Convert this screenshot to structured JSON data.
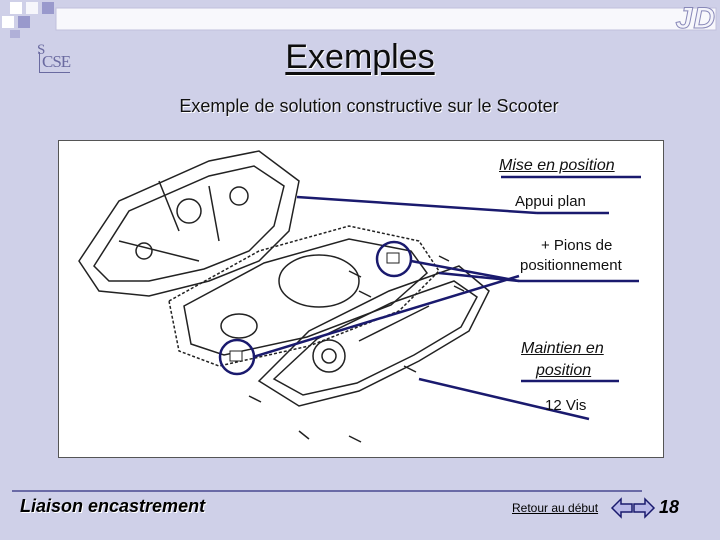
{
  "header": {
    "logo_s": "S",
    "logo_rest": "CSE",
    "jd_mark": "JD",
    "title": "Exemples",
    "subtitle": "Exemple de solution constructive sur le Scooter"
  },
  "figure": {
    "labels": {
      "mise_en_position": "Mise en position",
      "appui_plan": "Appui plan",
      "pions_line1": "+ Pions de",
      "pions_line2": "positionnement",
      "maintien_line1": "Maintien en",
      "maintien_line2": "position",
      "vis": "12 Vis"
    }
  },
  "footer": {
    "title": "Liaison encastrement",
    "back_link": "Retour au début",
    "page_number": "18"
  },
  "colors": {
    "background": "#cfd0e8",
    "accent": "#1a1a6e",
    "arrow_fill": "#b8b8e8"
  }
}
